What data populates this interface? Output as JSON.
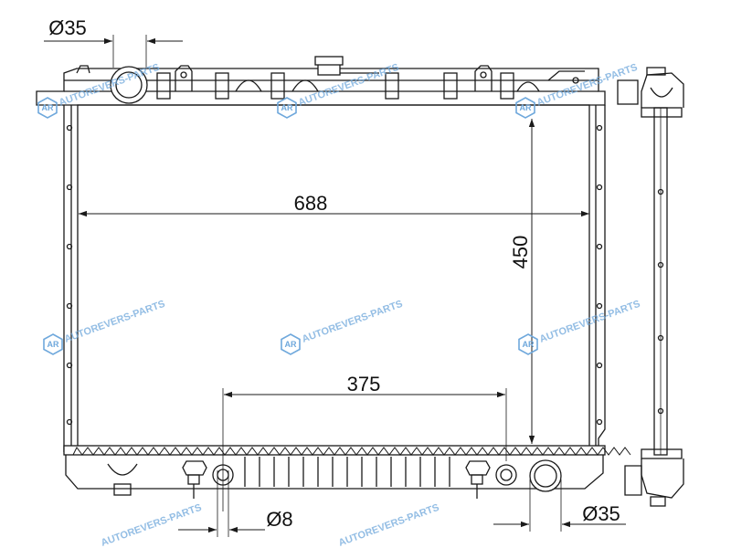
{
  "dimensions": {
    "width": "688",
    "height": "450",
    "outlet_spacing": "375",
    "inlet_diameter": "Ø35",
    "outlet_diameter": "Ø35",
    "drain_diameter": "Ø8"
  },
  "watermark": {
    "text": "AUTOREVERS-PARTS",
    "logo": "AR"
  },
  "colors": {
    "line": "#1a1a1a",
    "watermark": "#6fa8dc"
  }
}
